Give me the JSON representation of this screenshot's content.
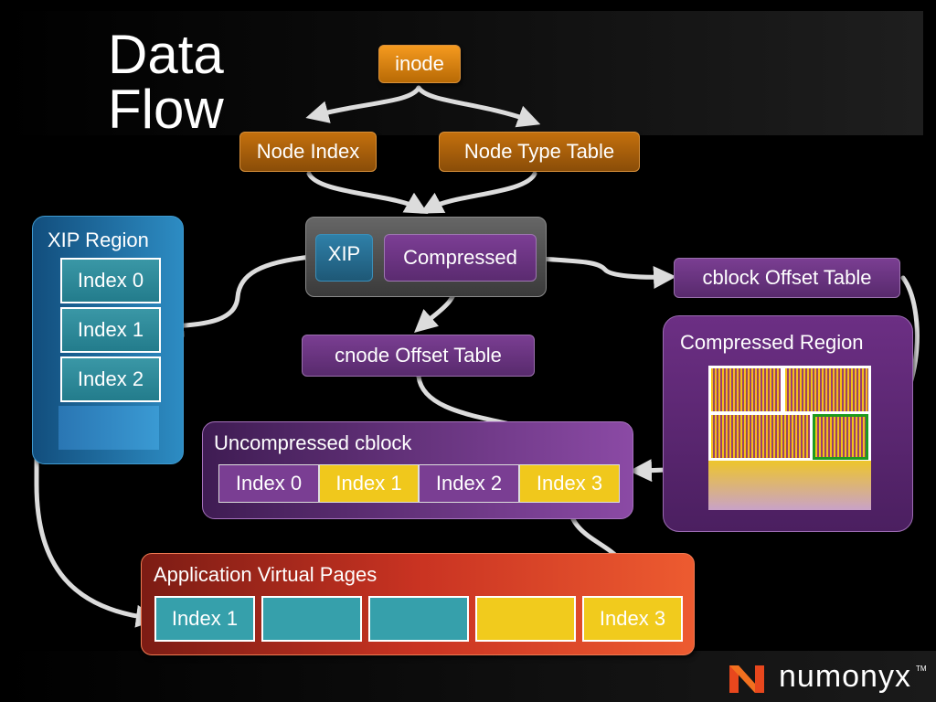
{
  "slide": {
    "title": "Data\nFlow"
  },
  "nodes": {
    "inode": "inode",
    "node_index": "Node Index",
    "node_type_table": "Node Type Table",
    "xip": "XIP",
    "compressed": "Compressed",
    "cblock_offset_table": "cblock Offset Table",
    "cnode_offset_table": "cnode Offset Table"
  },
  "xip_region": {
    "label": "XIP Region",
    "items": [
      "Index 0",
      "Index 1",
      "Index 2"
    ]
  },
  "compressed_region": {
    "label": "Compressed Region"
  },
  "uncompressed_cblock": {
    "label": "Uncompressed cblock",
    "cells": [
      "Index 0",
      "Index 1",
      "Index 2",
      "Index 3"
    ]
  },
  "app_pages": {
    "label": "Application Virtual Pages",
    "cells": [
      "Index 1",
      "",
      "",
      "",
      "Index 3"
    ]
  },
  "logo": {
    "text": "numonyx",
    "mark": "TM"
  },
  "colors": {
    "orange": "#f59a1f",
    "purple": "#7a3e93",
    "teal": "#36a0ab",
    "yellow": "#f0c81c",
    "highlight": "#1e9a1e"
  }
}
